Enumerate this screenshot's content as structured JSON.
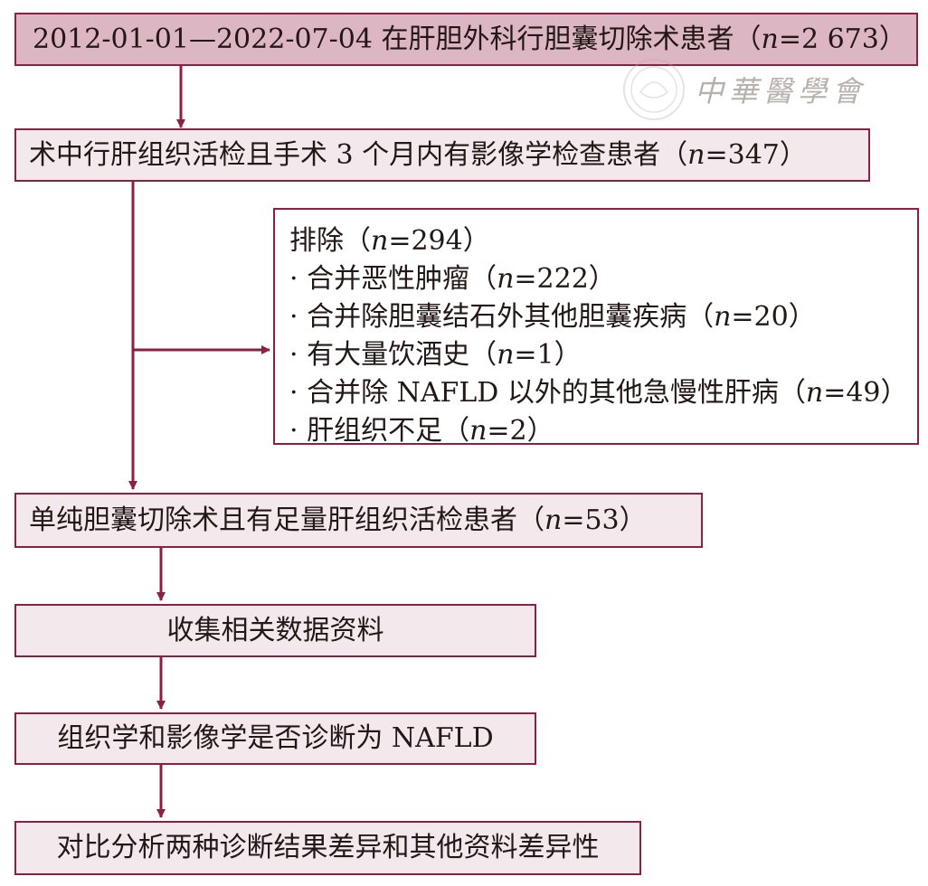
{
  "boxes": {
    "b1": {
      "pre": "2012-01-01—2022-07-04 在肝胆外科行胆囊切除术患者（",
      "n": "n",
      "post": "=2 673）"
    },
    "b2": {
      "pre": "术中行肝组织活检且手术 3 个月内有影像学检查患者（",
      "n": "n",
      "post": "=347）"
    },
    "b3": {
      "pre": "单纯胆囊切除术且有足量肝组织活检患者（",
      "n": "n",
      "post": "=53）"
    },
    "b4": {
      "text": "收集相关数据资料"
    },
    "b5": {
      "text": "组织学和影像学是否诊断为 NAFLD"
    },
    "b6": {
      "text": "对比分析两种诊断结果差异和其他资料差异性"
    }
  },
  "exclusion": {
    "title": {
      "pre": "排除（",
      "n": "n",
      "post": "=294）"
    },
    "items": [
      {
        "pre": "· 合并恶性肿瘤（",
        "n": "n",
        "post": "=222）"
      },
      {
        "pre": "· 合并除胆囊结石外其他胆囊疾病（",
        "n": "n",
        "post": "=20）"
      },
      {
        "pre": "· 有大量饮酒史（",
        "n": "n",
        "post": "=1）"
      },
      {
        "pre": "· 合并除 NAFLD 以外的其他急慢性肝病（",
        "n": "n",
        "post": "=49）"
      },
      {
        "pre": "· 肝组织不足（",
        "n": "n",
        "post": "=2）"
      }
    ]
  },
  "watermark": {
    "text": "中華醫學會"
  },
  "colors": {
    "border": "#8c1f45",
    "fill": "#f3e8ec",
    "fill_top": "#dcb6c3",
    "arrow": "#8c1f45"
  }
}
